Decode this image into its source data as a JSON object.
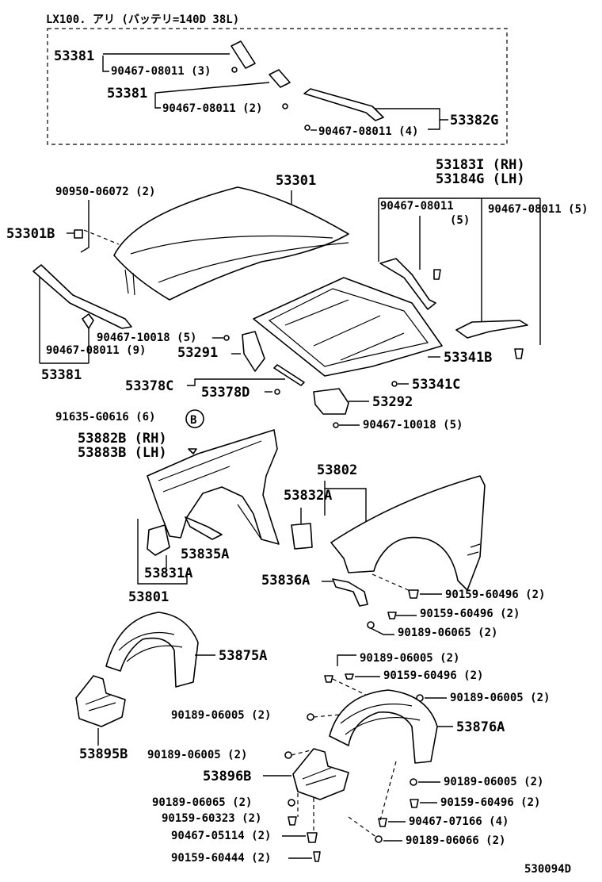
{
  "header_note": "LX100. アリ (バッテリ=140D 38L)",
  "footer_code": "530094D",
  "callout_letter": "B",
  "labels": {
    "p53381_top": "53381",
    "bolt_3": "90467-08011 (3)",
    "p53381_mid": "53381",
    "bolt_2": "90467-08011 (2)",
    "p53382g": "53382G",
    "bolt_4": "90467-08011 (4)",
    "p53301": "53301",
    "p90950": "90950-06072 (2)",
    "p53301b": "53301B",
    "p53183": "53183I (RH)",
    "p53184": "53184G (LH)",
    "bolt_5a": "90467-08011",
    "bolt_5a_qty": "(5)",
    "bolt_5b": "90467-08011 (5)",
    "p53381_left": "53381",
    "bolt_10018a": "90467-10018 (5)",
    "bolt_9": "90467-08011 (9)",
    "p53291": "53291",
    "p53341b": "53341B",
    "p53378c": "53378C",
    "p53378d": "53378D",
    "p53341c": "53341C",
    "p53292": "53292",
    "bolt_10018b": "90467-10018 (5)",
    "p91635": "91635-G0616 (6)",
    "p53882": "53882B (RH)",
    "p53883": "53883B (LH)",
    "p53802": "53802",
    "p53832": "53832A",
    "p53835": "53835A",
    "p53831": "53831A",
    "p53801": "53801",
    "p53836": "53836A",
    "s60496a": "90159-60496 (2)",
    "s60496b": "90159-60496 (2)",
    "s06065a": "90189-06065 (2)",
    "p53875": "53875A",
    "s06005a": "90189-06005 (2)",
    "s60496c": "90159-60496 (2)",
    "s06005b": "90189-06005 (2)",
    "s06005c": "90189-06005 (2)",
    "p53876": "53876A",
    "p53895": "53895B",
    "s06005d": "90189-06005 (2)",
    "p53896": "53896B",
    "s06005e": "90189-06005 (2)",
    "s60496d": "90159-60496 (2)",
    "s06065b": "90189-06065 (2)",
    "s60323": "90159-60323 (2)",
    "s07166": "90467-07166 (4)",
    "s05114": "90467-05114 (2)",
    "s06066": "90189-06066 (2)",
    "s60444": "90159-60444 (2)"
  }
}
